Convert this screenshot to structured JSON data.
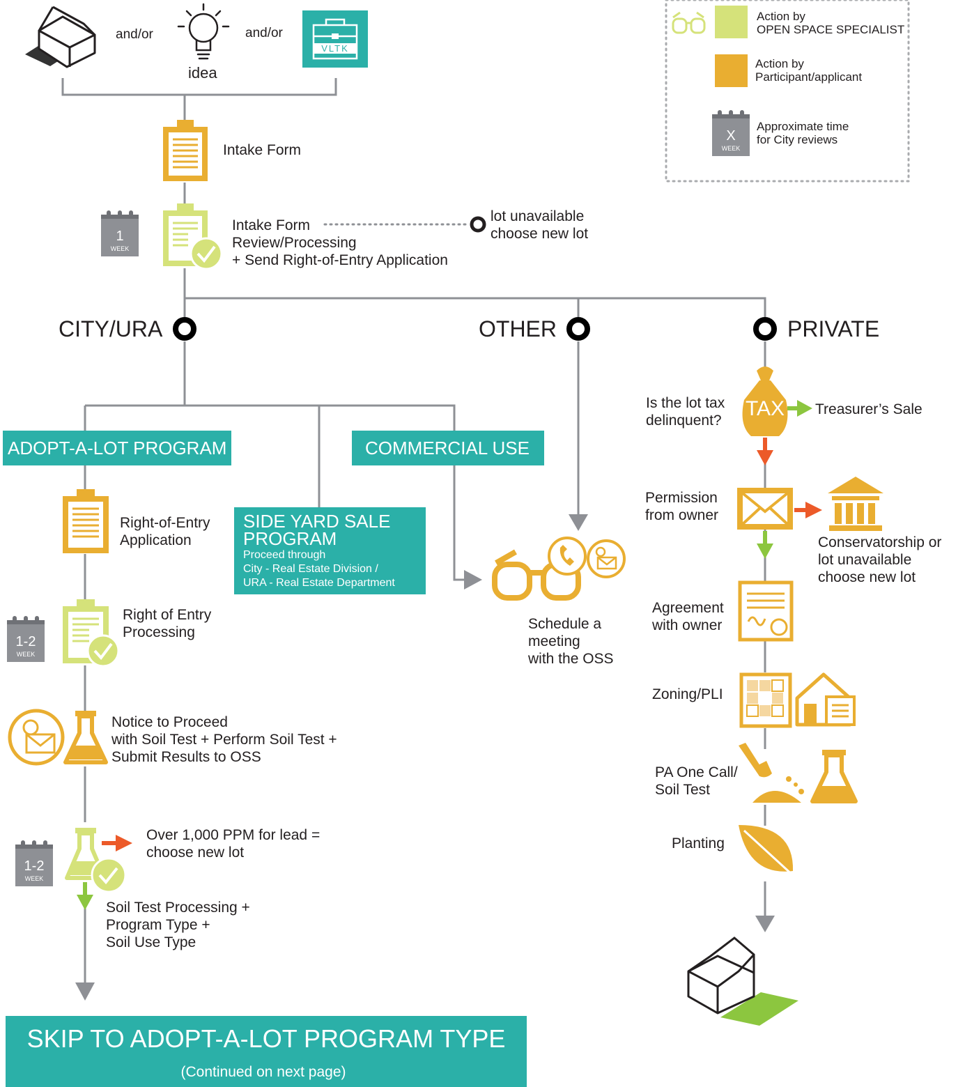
{
  "colors": {
    "oss": "#d5e27a",
    "participant": "#e9ae31",
    "teal": "#2bb0a8",
    "gray": "#8e9095",
    "red_arrow": "#ec5a29",
    "green_arrow": "#8cc63f"
  },
  "top": {
    "andor_1": "and/or",
    "andor_2": "and/or",
    "idea": "idea",
    "toolbox": "VLTK"
  },
  "legend": {
    "oss": "Action by\nOPEN SPACE SPECIALIST",
    "participant": "Action by\nParticipant/applicant",
    "time": "Approximate time\nfor City reviews",
    "time_icon": "X",
    "week": "WEEK"
  },
  "intake": {
    "form": "Intake Form",
    "review": "Intake Form\nReview/Processing\n+ Send Right-of-Entry Application",
    "unavailable": "lot unavailable\nchoose new lot",
    "review_time": "1"
  },
  "branches": {
    "city": "CITY/URA",
    "other": "OTHER",
    "private": "PRIVATE"
  },
  "programs": {
    "adopt": "ADOPT-A-LOT PROGRAM",
    "commercial": "COMMERCIAL USE",
    "side_yard_title": "SIDE YARD SALE\nPROGRAM",
    "side_yard_text": "Proceed through\nCity - Real Estate Division /\nURA -  Real Estate Department"
  },
  "city_steps": {
    "roe_app": "Right-of-Entry\nApplication",
    "roe_proc": "Right of Entry\nProcessing",
    "roe_time": "1-2",
    "notice": "Notice to Proceed\nwith Soil Test + Perform Soil Test +\nSubmit Results to OSS",
    "lead": "Over 1,000 PPM for lead =\nchoose new lot",
    "soil_time": "1-2",
    "soil_proc": "Soil Test Processing +\nProgram Type +\nSoil Use Type"
  },
  "other_steps": {
    "meeting": "Schedule a\nmeeting\nwith the OSS"
  },
  "private_steps": {
    "tax_q": "Is the lot tax\ndelinquent?",
    "tax_icon": "TAX",
    "treasurer": "Treasurer’s Sale",
    "permission": "Permission\nfrom owner",
    "conservatorship": "Conservatorship or\nlot unavailable\nchoose new lot",
    "agreement": "Agreement\nwith owner",
    "zoning": "Zoning/PLI",
    "pa_one_call": "PA One Call/\nSoil Test",
    "planting": "Planting"
  },
  "footer": {
    "title": "SKIP TO ADOPT-A-LOT PROGRAM TYPE",
    "sub": "(Continued on next page)"
  }
}
